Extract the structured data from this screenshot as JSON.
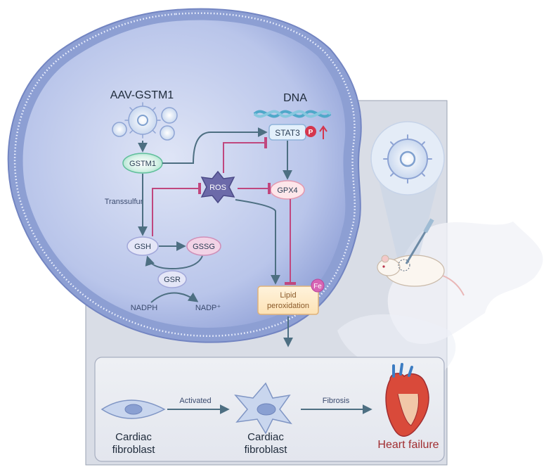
{
  "labels": {
    "aav": "AAV-GSTM1",
    "dna": "DNA",
    "stat3": "STAT3",
    "phospho": "P",
    "gstm1": "GSTM1",
    "ros": "ROS",
    "gpx4": "GPX4",
    "transsulfur": "Transsulfur",
    "gsh": "GSH",
    "gssg": "GSSG",
    "gsr": "GSR",
    "nadph": "NADPH",
    "nadp": "NADP⁺",
    "lipid_line1": "Lipid",
    "lipid_line2": "peroxidation",
    "fe": "Fe"
  },
  "bottom_panel": {
    "cell1_line1": "Cardiac",
    "cell1_line2": "fibroblast",
    "activated": "Activated",
    "cell2_line1": "Cardiac",
    "cell2_line2": "fibroblast",
    "fibrosis": "Fibrosis",
    "heart_failure": "Heart failure"
  },
  "colors": {
    "arrow": "#4d6f82",
    "inhibit": "#c0477e",
    "heart_failure_text": "#a02d30",
    "nucleus_fill": "#b7c4e8",
    "cytoplasm_panel": "#d9dde6"
  }
}
